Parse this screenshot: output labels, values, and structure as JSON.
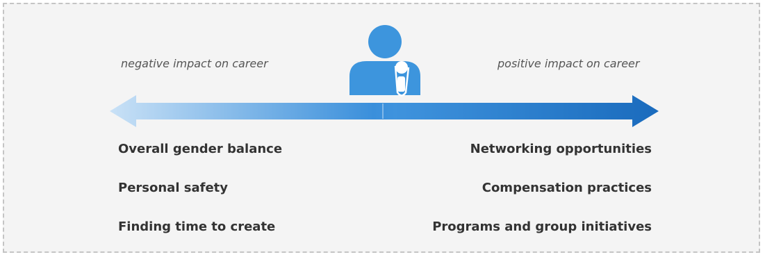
{
  "captions": {
    "negative": "negative impact on career",
    "positive": "positive impact on career"
  },
  "negative_items": [
    "Overall gender balance",
    "Personal safety",
    "Finding time to create"
  ],
  "positive_items": [
    "Networking opportunities",
    "Compensation practices",
    "Programs and group initiatives"
  ],
  "icons": {
    "center": "person-with-lanyard-icon"
  },
  "colors": {
    "accent_dark": "#1b6fc2",
    "accent_light": "#c2ddf4",
    "person": "#3d95dd",
    "text": "#333333",
    "caption": "#555555",
    "background": "#f4f4f4"
  }
}
